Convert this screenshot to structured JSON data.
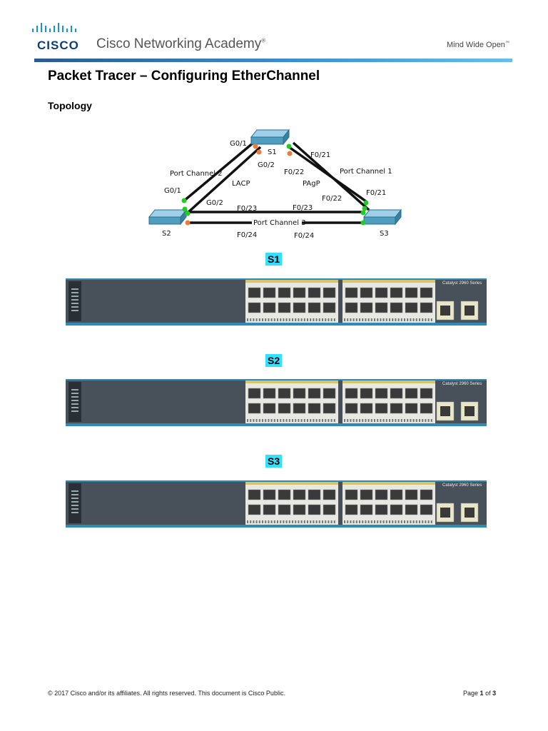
{
  "header": {
    "logo_text": "CISCO",
    "brand": "Cisco Networking Academy",
    "brand_mark": "®",
    "tagline": "Mind Wide Open",
    "tagline_mark": "™"
  },
  "title": "Packet Tracer – Configuring EtherChannel",
  "topology_heading": "Topology",
  "topology": {
    "switches": [
      "S1",
      "S2",
      "S3"
    ],
    "labels": {
      "s1_g01": "G0/1",
      "s1_g02": "G0/2",
      "s1_f021": "F0/21",
      "s1_f022": "F0/22",
      "port_channel_2": "Port Channel 2",
      "port_channel_1": "Port Channel 1",
      "port_channel_3": "Port Channel 3",
      "lacp": "LACP",
      "pagp": "PAgP",
      "s2_g01": "G0/1",
      "s2_g02": "G0/2",
      "s3_f021": "F0/21",
      "s3_f022": "F0/22",
      "s2_f023": "F0/23",
      "s3_f023": "F0/23",
      "s2_f024": "F0/24",
      "s3_f024": "F0/24"
    },
    "colors": {
      "link_up": "#22cc22",
      "link_blocked": "#f07a3a"
    }
  },
  "switch_panels": [
    {
      "label": "S1",
      "model": "Catalyst 2960 Series"
    },
    {
      "label": "S2",
      "model": "Catalyst 2960 Series"
    },
    {
      "label": "S3",
      "model": "Catalyst 2960 Series"
    }
  ],
  "footer": {
    "copyright": "© 2017 Cisco and/or its affiliates. All rights reserved. This document is Cisco Public.",
    "page_word": "Page",
    "page_number": "1",
    "page_of": "of",
    "page_total": "3"
  }
}
